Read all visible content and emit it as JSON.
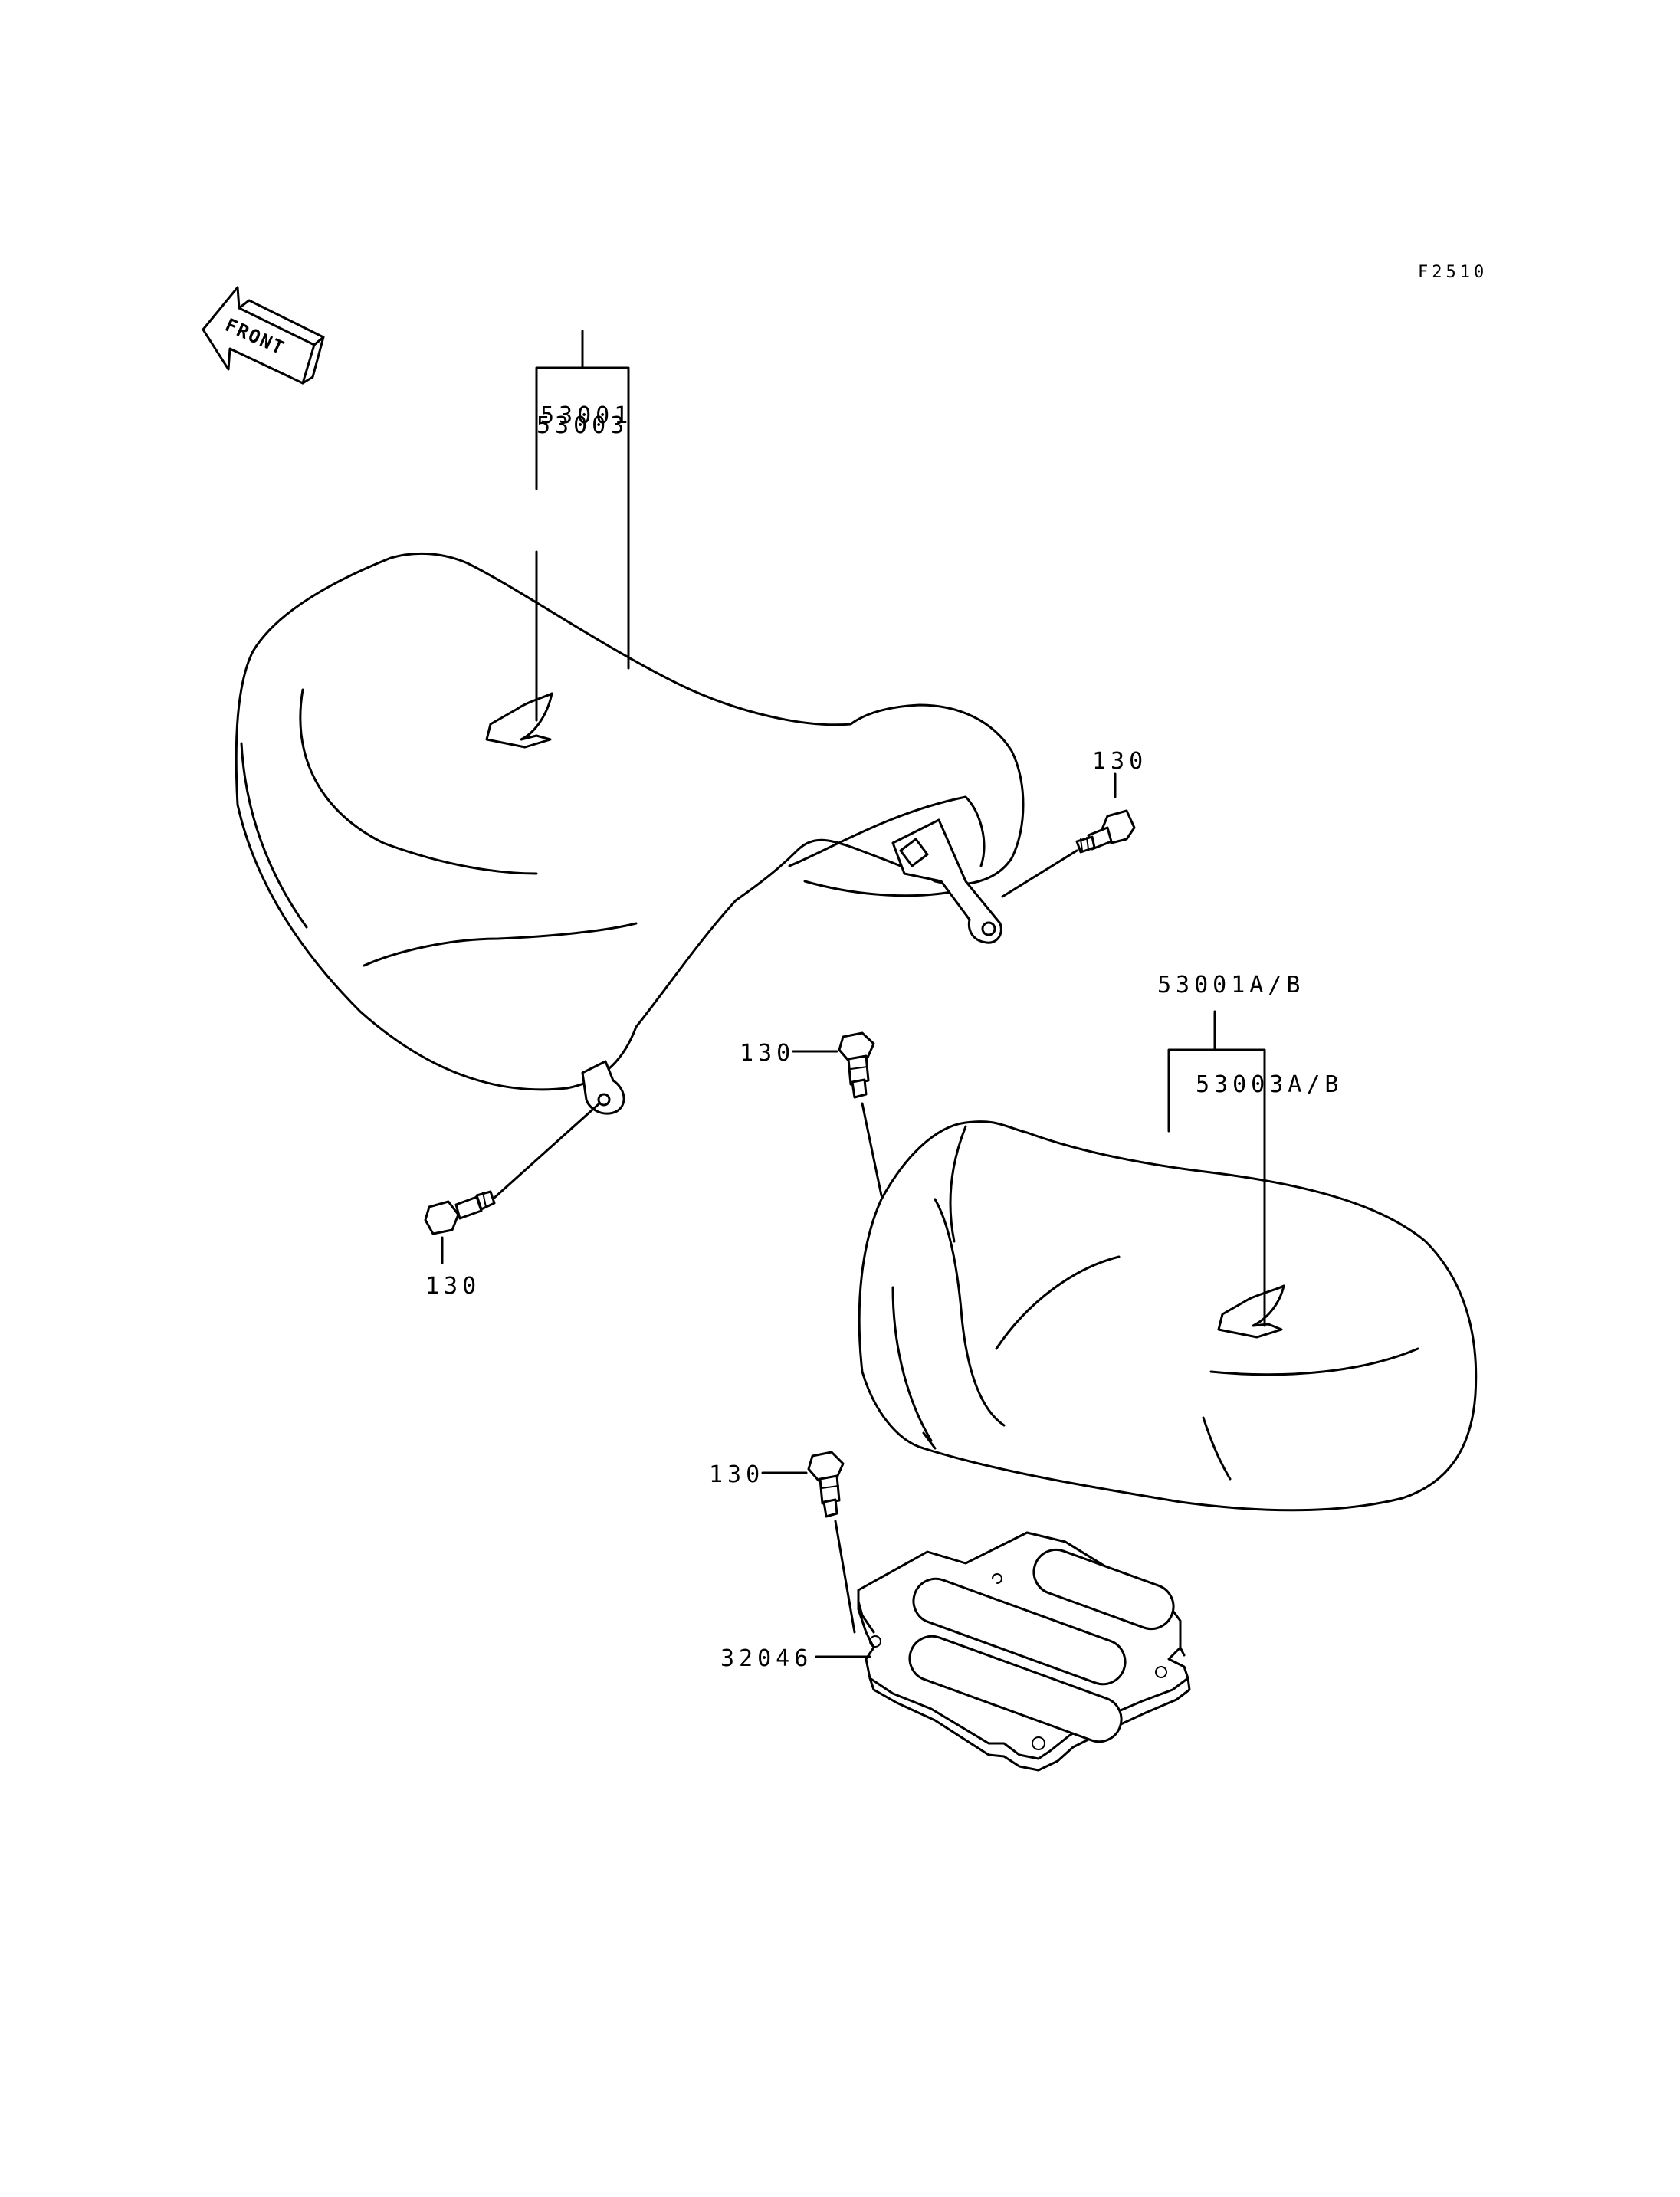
{
  "figure_code": "F2510",
  "front_arrow": {
    "text": "FRONT"
  },
  "labels": {
    "seat_front_assy": "53001",
    "seat_front_pad": "53003",
    "seat_rear_assy": "53001A/B",
    "seat_rear_pad": "53003A/B",
    "bolt_a": "130",
    "bolt_b": "130",
    "bolt_c": "130",
    "bolt_d": "130",
    "plate": "32046"
  }
}
